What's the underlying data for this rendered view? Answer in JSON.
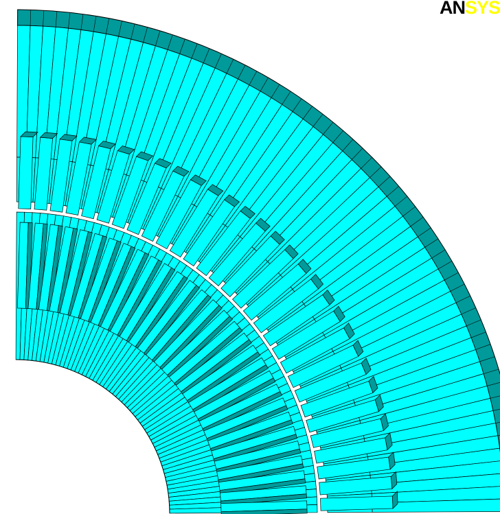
{
  "logo": {
    "part1": "AN",
    "part2": "SYS"
  },
  "colors": {
    "background": "#ffffff",
    "face": "#00ffff",
    "side": "#009a9a",
    "edge": "#000000",
    "logo_dark": "#000000",
    "logo_accent": "#ffff00"
  },
  "model": {
    "description_hidden": true,
    "sector_angle_deg": 90,
    "slot_count": 30
  }
}
